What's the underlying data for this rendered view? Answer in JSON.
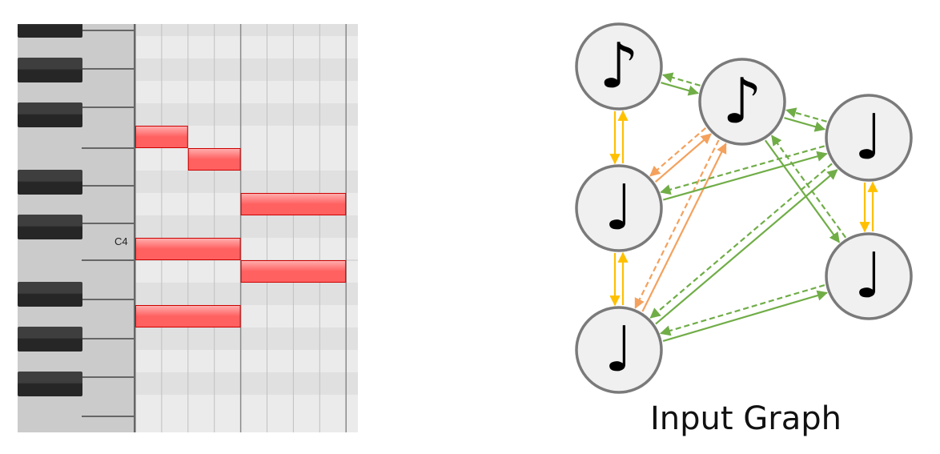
{
  "piano_roll": {
    "reference_label": "C4",
    "reference_pitch": 60,
    "pitch_range": [
      51,
      70
    ],
    "columns": 8,
    "notes": [
      {
        "pitch": "F4",
        "midi": 65,
        "start": 0,
        "duration": 2
      },
      {
        "pitch": "E4",
        "midi": 64,
        "start": 2,
        "duration": 2
      },
      {
        "pitch": "D4",
        "midi": 62,
        "start": 4,
        "duration": 4
      },
      {
        "pitch": "C4",
        "midi": 60,
        "start": 0,
        "duration": 4
      },
      {
        "pitch": "B3",
        "midi": 59,
        "start": 4,
        "duration": 4
      },
      {
        "pitch": "A3",
        "midi": 57,
        "start": 0,
        "duration": 4
      }
    ],
    "colors": {
      "note": "#ff6060",
      "note_border": "#cc0000",
      "black_key": "#2a2a2a"
    }
  },
  "graph": {
    "title": "Input Graph",
    "nodes": [
      {
        "id": "n1",
        "symbol": "♪",
        "type": "eighth"
      },
      {
        "id": "n2",
        "symbol": "♪",
        "type": "eighth"
      },
      {
        "id": "n3",
        "symbol": "♩",
        "type": "quarter"
      },
      {
        "id": "n4",
        "symbol": "♩",
        "type": "quarter"
      },
      {
        "id": "n5",
        "symbol": "♩",
        "type": "quarter"
      },
      {
        "id": "n6",
        "symbol": "♩",
        "type": "quarter"
      }
    ],
    "edges": [
      {
        "from": "n1",
        "to": "n2",
        "kind": "green",
        "dashed": false
      },
      {
        "from": "n2",
        "to": "n1",
        "kind": "green",
        "dashed": true
      },
      {
        "from": "n2",
        "to": "n3",
        "kind": "green",
        "dashed": false
      },
      {
        "from": "n3",
        "to": "n2",
        "kind": "green",
        "dashed": true
      },
      {
        "from": "n1",
        "to": "n4",
        "kind": "yellow",
        "dashed": false
      },
      {
        "from": "n4",
        "to": "n1",
        "kind": "yellow",
        "dashed": false
      },
      {
        "from": "n4",
        "to": "n6",
        "kind": "yellow",
        "dashed": false
      },
      {
        "from": "n6",
        "to": "n4",
        "kind": "yellow",
        "dashed": false
      },
      {
        "from": "n3",
        "to": "n5",
        "kind": "yellow",
        "dashed": false
      },
      {
        "from": "n5",
        "to": "n3",
        "kind": "yellow",
        "dashed": false
      },
      {
        "from": "n4",
        "to": "n2",
        "kind": "orange",
        "dashed": false
      },
      {
        "from": "n2",
        "to": "n4",
        "kind": "orange",
        "dashed": true
      },
      {
        "from": "n6",
        "to": "n2",
        "kind": "orange",
        "dashed": false
      },
      {
        "from": "n2",
        "to": "n6",
        "kind": "orange",
        "dashed": true
      },
      {
        "from": "n4",
        "to": "n3",
        "kind": "green",
        "dashed": false
      },
      {
        "from": "n3",
        "to": "n4",
        "kind": "green",
        "dashed": true
      },
      {
        "from": "n6",
        "to": "n3",
        "kind": "green",
        "dashed": false
      },
      {
        "from": "n3",
        "to": "n6",
        "kind": "green",
        "dashed": true
      },
      {
        "from": "n2",
        "to": "n5",
        "kind": "green",
        "dashed": false
      },
      {
        "from": "n5",
        "to": "n2",
        "kind": "green",
        "dashed": true
      },
      {
        "from": "n6",
        "to": "n5",
        "kind": "green",
        "dashed": false
      },
      {
        "from": "n5",
        "to": "n6",
        "kind": "green",
        "dashed": true
      }
    ],
    "colors": {
      "green": "#70ad47",
      "orange": "#f4a15d",
      "yellow": "#ffc000",
      "node_fill": "#f0f0f0",
      "node_stroke": "#7a7a7a"
    }
  }
}
